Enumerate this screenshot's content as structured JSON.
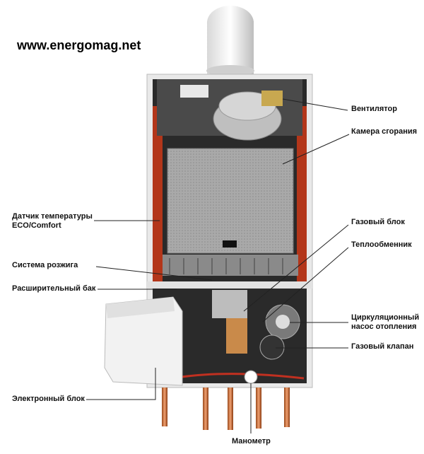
{
  "site": "www.energomag.net",
  "labels": {
    "fan": "Вентилятор",
    "chamber": "Камера сгорания",
    "sensor_line1": "Датчик температуры",
    "sensor_line2": "ECO/Comfort",
    "gas_block": "Газовый блок",
    "heat_exchanger": "Теплообменник",
    "ignition": "Система розжига",
    "expansion_tank": "Расширительный бак",
    "pump_line1": "Циркуляционный",
    "pump_line2": "насос отопления",
    "gas_valve": "Газовый клапан",
    "electronic_unit": "Электронный блок",
    "manometer": "Манометр"
  }
}
